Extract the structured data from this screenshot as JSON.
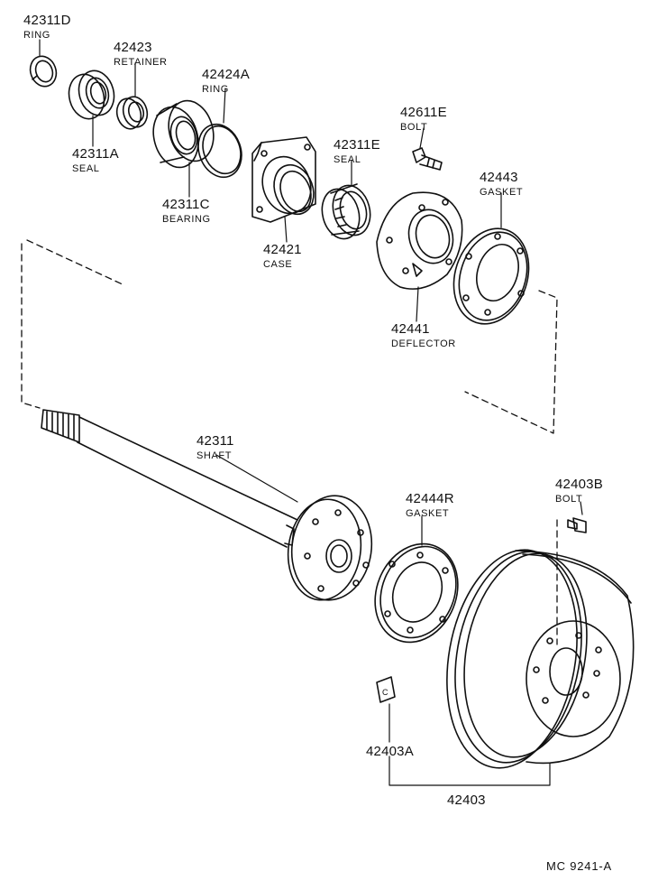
{
  "parts": [
    {
      "id": "p1",
      "number": "42311D",
      "name": "RING"
    },
    {
      "id": "p2",
      "number": "42423",
      "name": "RETAINER"
    },
    {
      "id": "p3",
      "number": "42424A",
      "name": "RING"
    },
    {
      "id": "p4",
      "number": "42311A",
      "name": "SEAL"
    },
    {
      "id": "p5",
      "number": "42311C",
      "name": "BEARING"
    },
    {
      "id": "p6",
      "number": "42311E",
      "name": "SEAL"
    },
    {
      "id": "p7",
      "number": "42611E",
      "name": "BOLT"
    },
    {
      "id": "p8",
      "number": "42443",
      "name": "GASKET"
    },
    {
      "id": "p9",
      "number": "42421",
      "name": "CASE"
    },
    {
      "id": "p10",
      "number": "42441",
      "name": "DEFLECTOR"
    },
    {
      "id": "p11",
      "number": "42311",
      "name": "SHAFT"
    },
    {
      "id": "p12",
      "number": "42444R",
      "name": "GASKET"
    },
    {
      "id": "p13",
      "number": "42403B",
      "name": "BOLT"
    },
    {
      "id": "p14",
      "number": "42403A",
      "name": ""
    },
    {
      "id": "p15",
      "number": "42403",
      "name": ""
    }
  ],
  "clip_letter": "C",
  "diagram_code": "MC  9241-A"
}
